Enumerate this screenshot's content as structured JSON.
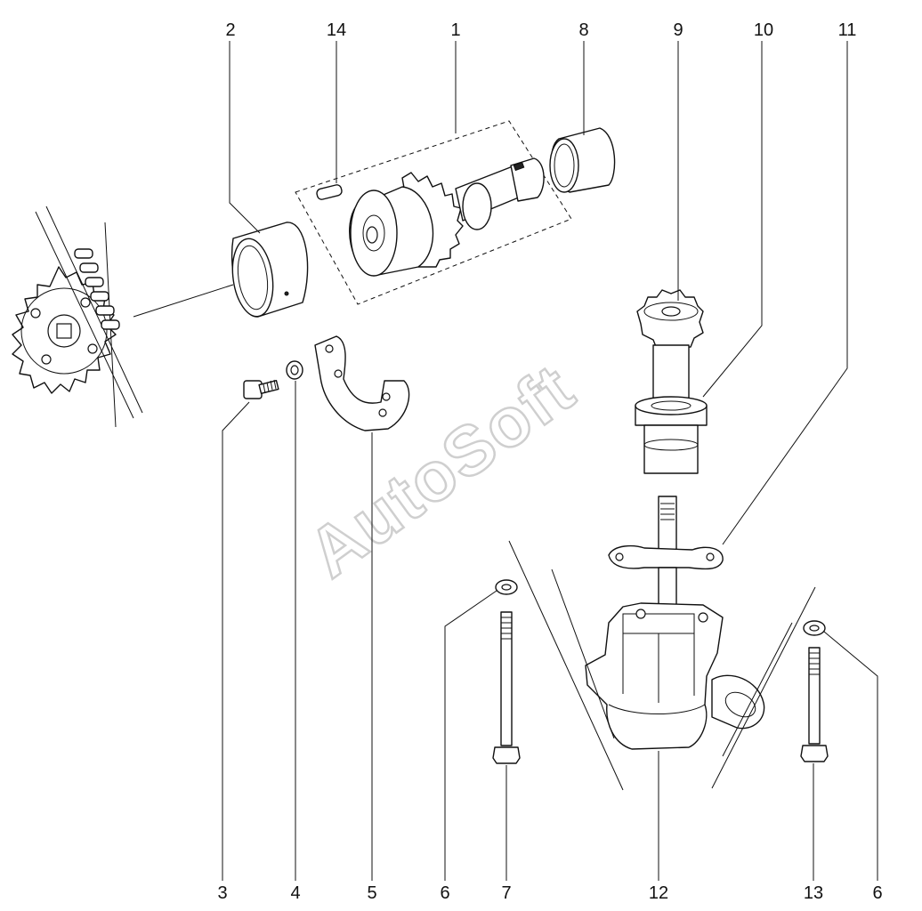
{
  "watermark": "AutoSoft",
  "callouts": {
    "c1": "1",
    "c2": "2",
    "c3": "3",
    "c4": "4",
    "c5": "5",
    "c6a": "6",
    "c6b": "6",
    "c7": "7",
    "c8": "8",
    "c9": "9",
    "c10": "10",
    "c11": "11",
    "c12": "12",
    "c13": "13",
    "c14": "14"
  },
  "parts": [
    {
      "id": 1,
      "icon": "intermediate-shaft-gear-icon"
    },
    {
      "id": 2,
      "icon": "bushing-icon"
    },
    {
      "id": 3,
      "icon": "bolt-icon"
    },
    {
      "id": 4,
      "icon": "washer-icon"
    },
    {
      "id": 5,
      "icon": "retaining-plate-icon"
    },
    {
      "id": 6,
      "icon": "washer-icon"
    },
    {
      "id": 7,
      "icon": "stud-bolt-icon"
    },
    {
      "id": 8,
      "icon": "bushing-icon"
    },
    {
      "id": 9,
      "icon": "drive-gear-icon"
    },
    {
      "id": 10,
      "icon": "seal-icon"
    },
    {
      "id": 11,
      "icon": "gasket-icon"
    },
    {
      "id": 12,
      "icon": "oil-pump-icon"
    },
    {
      "id": 13,
      "icon": "stud-bolt-icon"
    },
    {
      "id": 14,
      "icon": "pin-icon"
    }
  ],
  "colors": {
    "line": "#111111",
    "background": "#ffffff",
    "watermark": "#cfcfcf"
  }
}
